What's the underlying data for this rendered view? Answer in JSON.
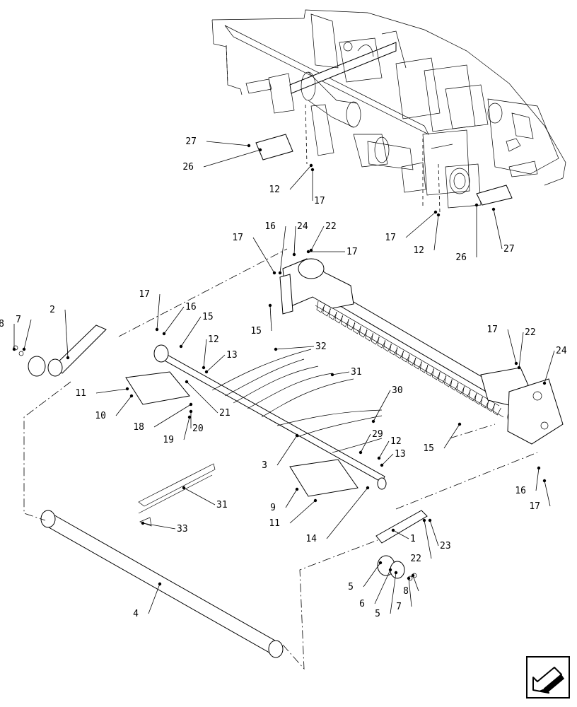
{
  "diagram": {
    "type": "exploded-parts-view",
    "callouts": [
      {
        "id": "c2",
        "label": "2"
      },
      {
        "id": "c8a",
        "label": "8"
      },
      {
        "id": "c7a",
        "label": "7"
      },
      {
        "id": "c17a",
        "label": "17"
      },
      {
        "id": "c16a",
        "label": "16"
      },
      {
        "id": "c15a",
        "label": "15"
      },
      {
        "id": "c12a",
        "label": "12"
      },
      {
        "id": "c13a",
        "label": "13"
      },
      {
        "id": "c32",
        "label": "32"
      },
      {
        "id": "c31a",
        "label": "31"
      },
      {
        "id": "c11a",
        "label": "11"
      },
      {
        "id": "c10",
        "label": "10"
      },
      {
        "id": "c21",
        "label": "21"
      },
      {
        "id": "c18",
        "label": "18"
      },
      {
        "id": "c20",
        "label": "20"
      },
      {
        "id": "c19",
        "label": "19"
      },
      {
        "id": "c30",
        "label": "30"
      },
      {
        "id": "c29",
        "label": "29"
      },
      {
        "id": "c12b",
        "label": "12"
      },
      {
        "id": "c13b",
        "label": "13"
      },
      {
        "id": "c3",
        "label": "3"
      },
      {
        "id": "c31b",
        "label": "31"
      },
      {
        "id": "c33",
        "label": "33"
      },
      {
        "id": "c9",
        "label": "9"
      },
      {
        "id": "c11b",
        "label": "11"
      },
      {
        "id": "c14",
        "label": "14"
      },
      {
        "id": "c1",
        "label": "1"
      },
      {
        "id": "c22a",
        "label": "22"
      },
      {
        "id": "c23",
        "label": "23"
      },
      {
        "id": "c5a",
        "label": "5"
      },
      {
        "id": "c6",
        "label": "6"
      },
      {
        "id": "c5b",
        "label": "5"
      },
      {
        "id": "c7b",
        "label": "7"
      },
      {
        "id": "c8b",
        "label": "8"
      },
      {
        "id": "c4",
        "label": "4"
      },
      {
        "id": "c27a",
        "label": "27"
      },
      {
        "id": "c26a",
        "label": "26"
      },
      {
        "id": "c12c",
        "label": "12"
      },
      {
        "id": "c17b",
        "label": "17"
      },
      {
        "id": "c17c",
        "label": "17"
      },
      {
        "id": "c12d",
        "label": "12"
      },
      {
        "id": "c26b",
        "label": "26"
      },
      {
        "id": "c27b",
        "label": "27"
      },
      {
        "id": "c17d",
        "label": "17"
      },
      {
        "id": "c16b",
        "label": "16"
      },
      {
        "id": "c24a",
        "label": "24"
      },
      {
        "id": "c22b",
        "label": "22"
      },
      {
        "id": "c17e",
        "label": "17"
      },
      {
        "id": "c15b",
        "label": "15"
      },
      {
        "id": "c17f",
        "label": "17"
      },
      {
        "id": "c22c",
        "label": "22"
      },
      {
        "id": "c24b",
        "label": "24"
      },
      {
        "id": "c15c",
        "label": "15"
      },
      {
        "id": "c16c",
        "label": "16"
      },
      {
        "id": "c17g",
        "label": "17"
      }
    ]
  },
  "navigation": {
    "icon": "previous-page-arrow-icon"
  }
}
